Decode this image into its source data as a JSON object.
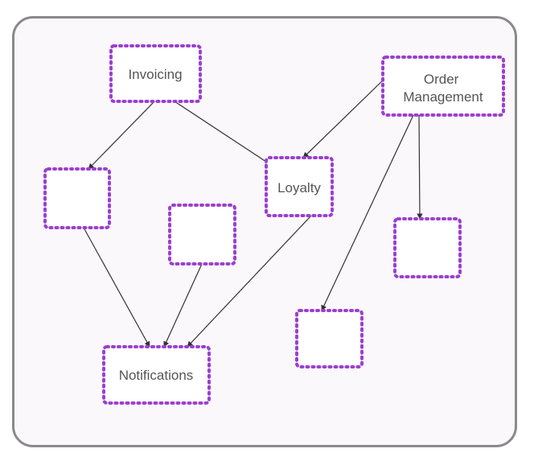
{
  "diagram": {
    "nodes": [
      {
        "id": "invoicing",
        "label": "Invoicing"
      },
      {
        "id": "order-management",
        "label_lines": [
          "Order",
          "Management"
        ]
      },
      {
        "id": "loyalty",
        "label": "Loyalty"
      },
      {
        "id": "notifications",
        "label": "Notifications"
      },
      {
        "id": "blank-left",
        "label": ""
      },
      {
        "id": "blank-middle",
        "label": ""
      },
      {
        "id": "blank-right",
        "label": ""
      },
      {
        "id": "blank-bottom-right",
        "label": ""
      }
    ],
    "edges": [
      {
        "from": "invoicing",
        "to": "blank-left"
      },
      {
        "from": "invoicing",
        "to": "loyalty"
      },
      {
        "from": "order-management",
        "to": "loyalty"
      },
      {
        "from": "order-management",
        "to": "blank-bottom-right"
      },
      {
        "from": "order-management",
        "to": "blank-right"
      },
      {
        "from": "blank-left",
        "to": "notifications"
      },
      {
        "from": "blank-middle",
        "to": "notifications"
      },
      {
        "from": "loyalty",
        "to": "notifications"
      }
    ],
    "colors": {
      "node_border": "#9b3fd1",
      "edge": "#333333",
      "frame_border": "#8a8a8a",
      "background": "#fbf8fb",
      "label_text": "#555555"
    }
  }
}
